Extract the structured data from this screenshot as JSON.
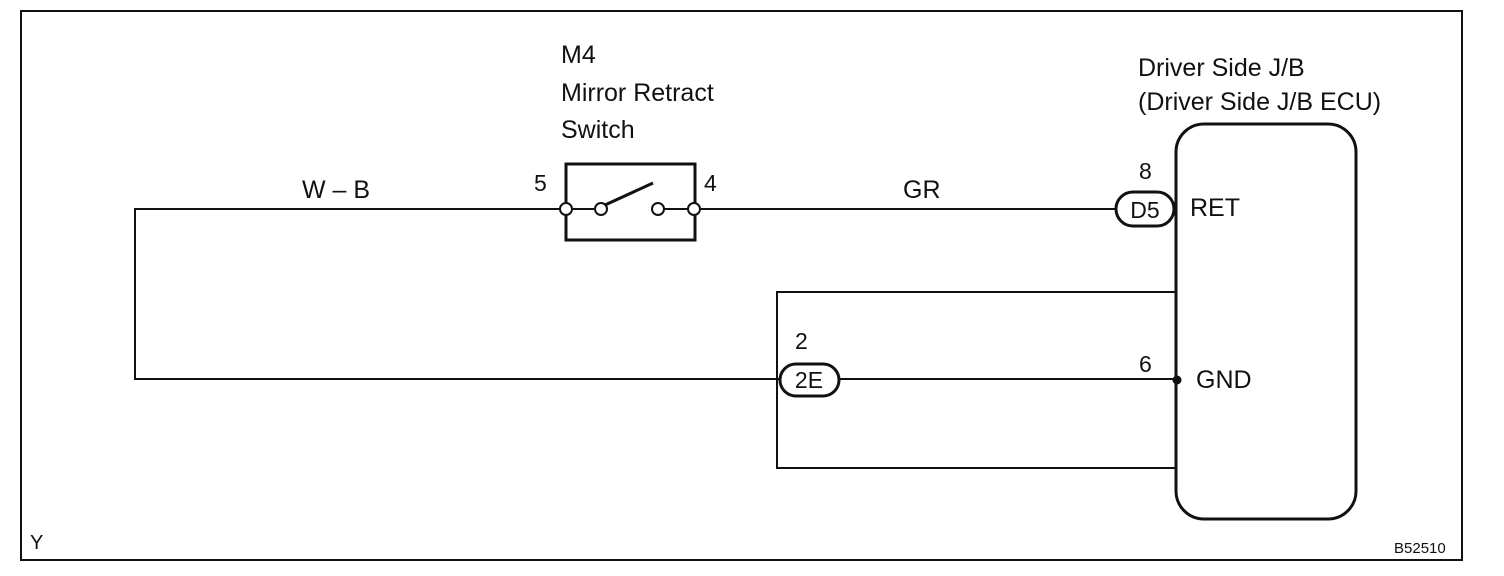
{
  "switch": {
    "code": "M4",
    "name_line1": "Mirror Retract",
    "name_line2": "Switch",
    "pin_left": "5",
    "pin_right": "4"
  },
  "ecu": {
    "name_line1": "Driver Side J/B",
    "name_line2": "(Driver Side J/B ECU)",
    "ret_label": "RET",
    "gnd_label": "GND",
    "ret_pin": "8",
    "gnd_pin": "6"
  },
  "connectors": {
    "d5_label": "D5",
    "e2_label": "2E",
    "e2_pin": "2"
  },
  "wires": {
    "left_color": "W – B",
    "right_color": "GR"
  },
  "footer": {
    "left_code": "Y",
    "right_code": "B52510"
  }
}
